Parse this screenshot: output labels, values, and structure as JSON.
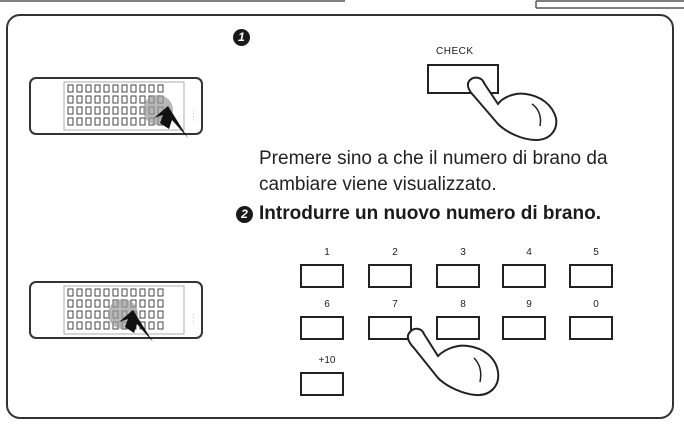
{
  "step1": {
    "number": "1",
    "check_label": "CHECK",
    "instruction": "Premere sino a che il numero di brano da cambiare viene visualizzato."
  },
  "step2": {
    "number": "2",
    "instruction": "Introdurre un nuovo numero di brano."
  },
  "keypad": {
    "keys": [
      "1",
      "2",
      "3",
      "4",
      "5",
      "6",
      "7",
      "8",
      "9",
      "0",
      "+10"
    ]
  },
  "icons": {
    "remote": "remote-control-icon",
    "hand": "pressing-hand-icon",
    "arrow": "pointing-arrow-icon"
  }
}
